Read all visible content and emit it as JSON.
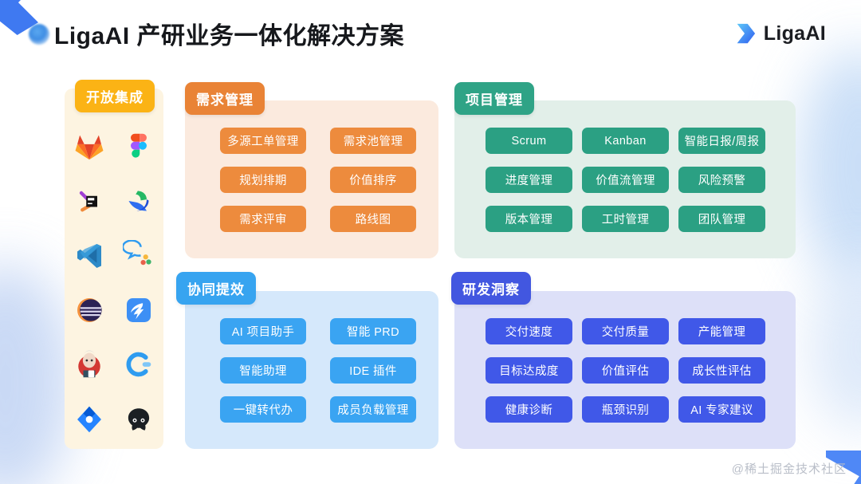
{
  "header": {
    "title": "LigaAI 产研业务一体化解决方案",
    "brand_name": "LigaAI",
    "brand_icon": "liga-arrow-logo-icon",
    "title_dot_icon": "blue-dot-icon"
  },
  "integrations": {
    "badge": "开放集成",
    "logos": [
      {
        "name": "gitlab-icon",
        "label": "GitLab"
      },
      {
        "name": "figma-icon",
        "label": "Figma"
      },
      {
        "name": "jetbrains-icon",
        "label": "JetBrains"
      },
      {
        "name": "yuque-icon",
        "label": "语雀"
      },
      {
        "name": "vscode-icon",
        "label": "VS Code"
      },
      {
        "name": "wecom-icon",
        "label": "企业微信"
      },
      {
        "name": "eclipse-icon",
        "label": "Eclipse"
      },
      {
        "name": "dingtalk-icon",
        "label": "钉钉"
      },
      {
        "name": "jenkins-icon",
        "label": "Jenkins"
      },
      {
        "name": "coding-icon",
        "label": "Coding"
      },
      {
        "name": "jira-icon",
        "label": "Jira"
      },
      {
        "name": "github-icon",
        "label": "GitHub"
      }
    ]
  },
  "sections": {
    "demand": {
      "badge": "需求管理",
      "accent": "#ed8b3d",
      "panel_bg": "#fbeade",
      "items": [
        "多源工单管理",
        "需求池管理",
        "规划排期",
        "价值排序",
        "需求评审",
        "路线图"
      ]
    },
    "project": {
      "badge": "项目管理",
      "accent": "#2ba083",
      "panel_bg": "#e2efe9",
      "items": [
        "Scrum",
        "Kanban",
        "智能日报/周报",
        "进度管理",
        "价值流管理",
        "风险预警",
        "版本管理",
        "工时管理",
        "团队管理"
      ]
    },
    "collaboration": {
      "badge": "协同提效",
      "accent": "#3aa4f2",
      "panel_bg": "#d5e8fb",
      "items": [
        "AI 项目助手",
        "智能 PRD",
        "智能助理",
        "IDE 插件",
        "一键转代办",
        "成员负载管理"
      ]
    },
    "insight": {
      "badge": "研发洞察",
      "accent": "#4058e8",
      "panel_bg": "#dde0f8",
      "items": [
        "交付速度",
        "交付质量",
        "产能管理",
        "目标达成度",
        "价值评估",
        "成长性评估",
        "健康诊断",
        "瓶颈识别",
        "AI 专家建议"
      ]
    }
  },
  "watermark": "@稀土掘金技术社区"
}
